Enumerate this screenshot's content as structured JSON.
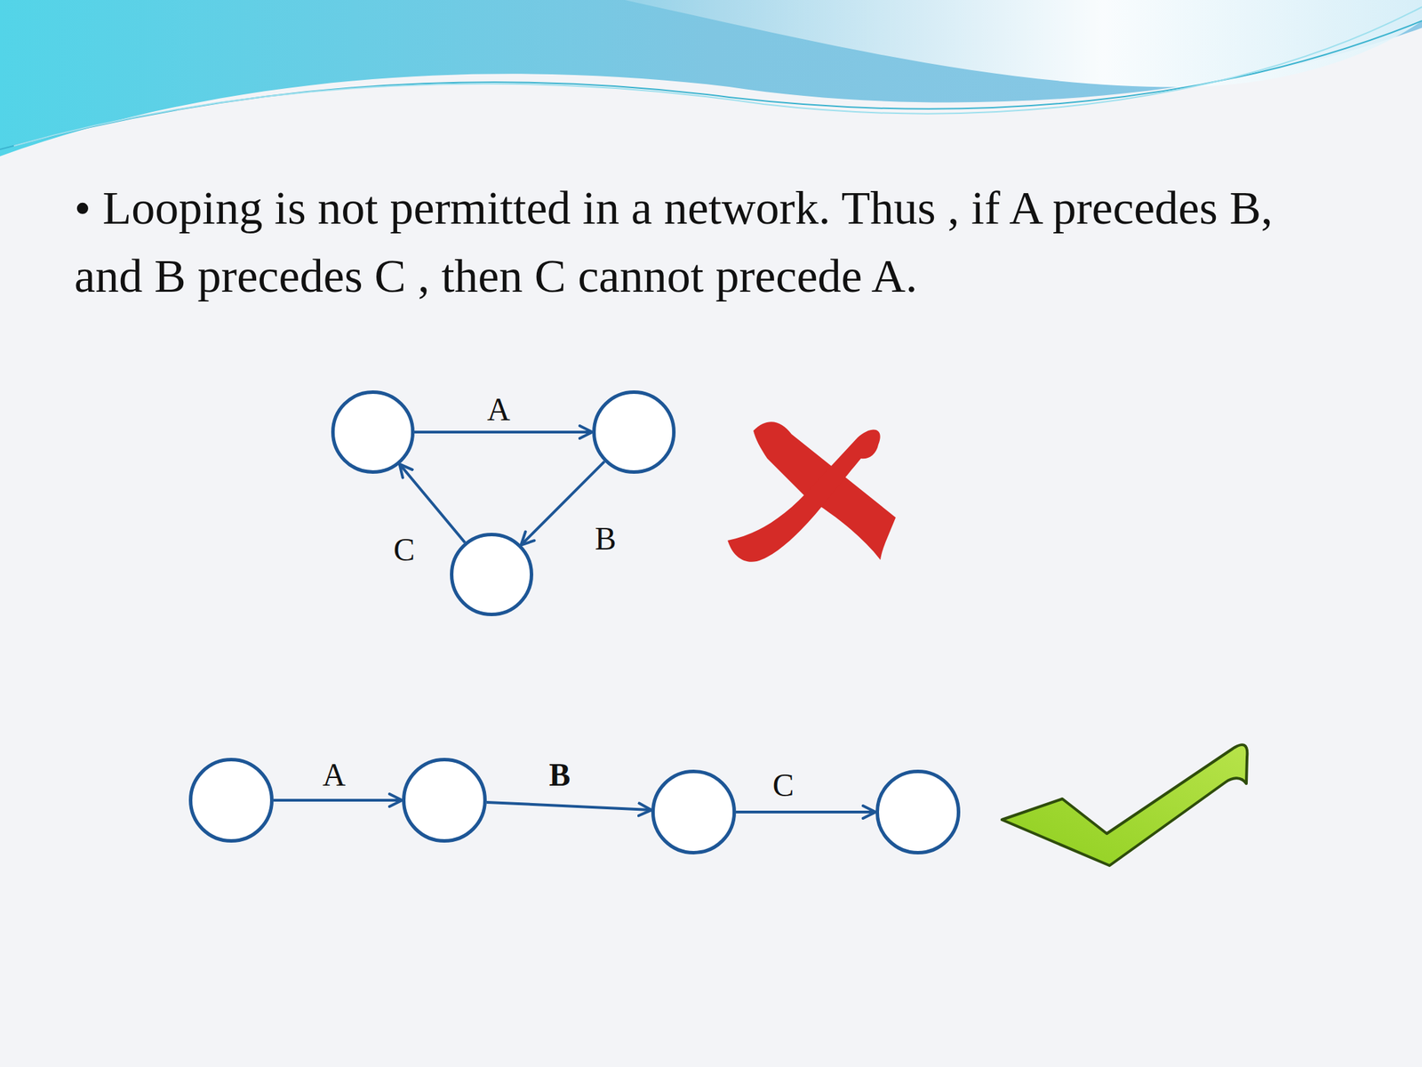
{
  "diagram": {
    "nodes": [
      {
        "text": []
      },
      {
        "text": []
      },
      {
        "text": []
      },
      {
        "text": []
      },
      {
        "text": []
      },
      {
        "text": []
      },
      {
        "text": []
      }
    ],
    "edges": [
      {
        "from": 0,
        "to": 1,
        "arrow": "to",
        "label": "A"
      },
      {
        "from": 1,
        "to": 2,
        "arrow": "to",
        "label": "B"
      },
      {
        "from": 2,
        "to": 0,
        "arrow": "to",
        "label": "C"
      },
      {
        "from": 3,
        "to": 4,
        "arrow": "to",
        "label": "A"
      },
      {
        "from": 4,
        "to": 5,
        "arrow": "to",
        "label": "B"
      },
      {
        "from": 5,
        "to": 6,
        "arrow": "to",
        "label": "C"
      }
    ],
    "labels": [
      "• Looping is not permitted in a network. Thus , if A precedes B, and B precedes C , then C cannot precede A."
    ]
  }
}
